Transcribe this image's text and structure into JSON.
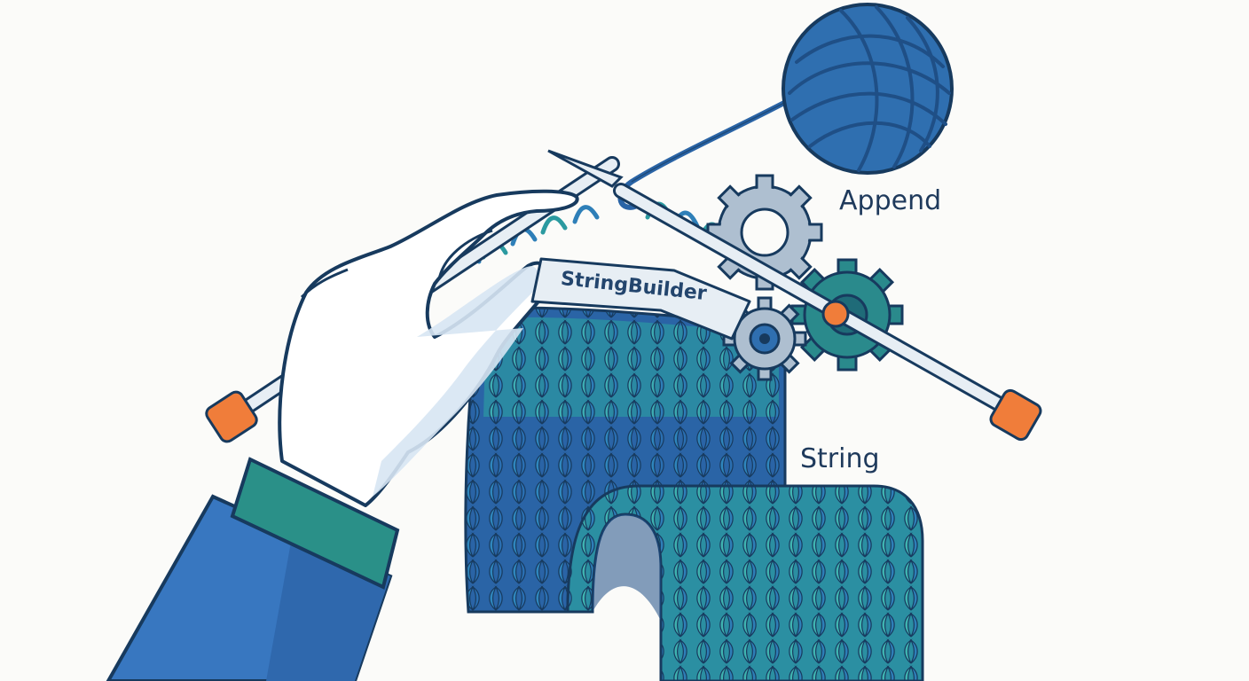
{
  "labels": {
    "append": "Append",
    "string_builder": "StringBuilder",
    "string": "String"
  },
  "colors": {
    "background": "#fbfbf9",
    "outline": "#173a5e",
    "yarn_blue": "#2f6fb0",
    "yarn_teal": "#2b9aa0",
    "stitch_light": "#3fb3b0",
    "needle": "#e7eef4",
    "needle_cap": "#f07d3a",
    "sleeve": "#3877c0",
    "cuff": "#2a9088",
    "gear": "#aebfd0",
    "gear_teal": "#2a8a8c"
  },
  "icons": [
    "yarn-ball-icon",
    "gear-icon",
    "knitting-needle-icon",
    "hand-icon"
  ]
}
